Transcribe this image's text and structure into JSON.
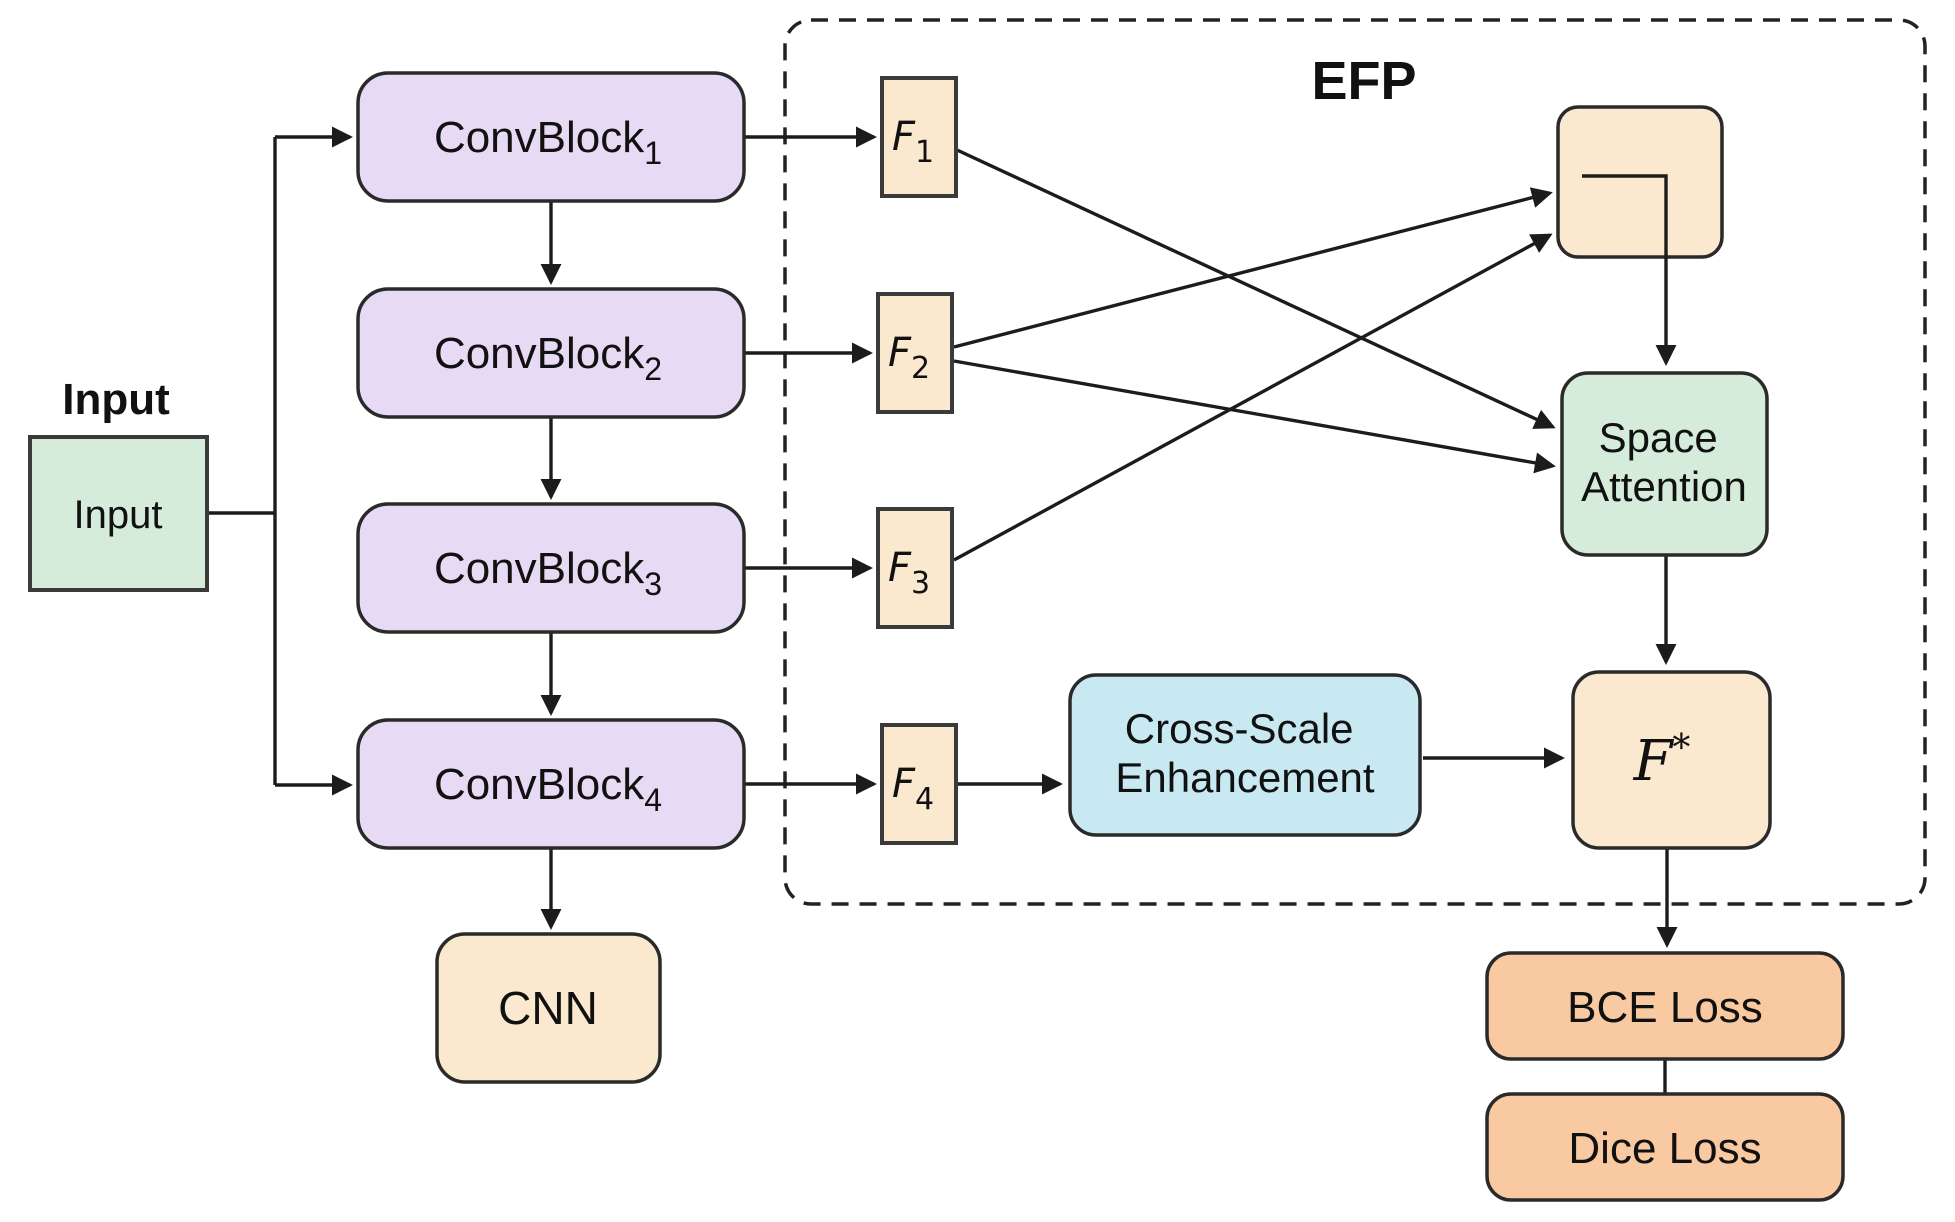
{
  "colors": {
    "green": "#d6ecda",
    "lavender": "#e7daf5",
    "peach": "#fbe9cf",
    "cyan": "#c8e9f2",
    "orange": "#f9c9a1"
  },
  "labels": {
    "input_caption": "Input",
    "input_box": "Input",
    "efp": "EFP",
    "cnn": "CNN",
    "bce_loss": "BCE Loss",
    "dice_loss": "Dice Loss",
    "space_attention_line1": "Space",
    "space_attention_line2": "Attention",
    "cross_scale_line1": "Cross-Scale",
    "cross_scale_line2": "Enhancement"
  },
  "conv_blocks": [
    {
      "name": "ConvBlock",
      "sub": "1"
    },
    {
      "name": "ConvBlock",
      "sub": "2"
    },
    {
      "name": "ConvBlock",
      "sub": "3"
    },
    {
      "name": "ConvBlock",
      "sub": "4"
    }
  ],
  "features": [
    {
      "name": "F",
      "sub": "1"
    },
    {
      "name": "F",
      "sub": "2"
    },
    {
      "name": "F",
      "sub": "3"
    },
    {
      "name": "F",
      "sub": "4"
    }
  ],
  "fused_feature": {
    "name": "F",
    "sup": "*"
  }
}
